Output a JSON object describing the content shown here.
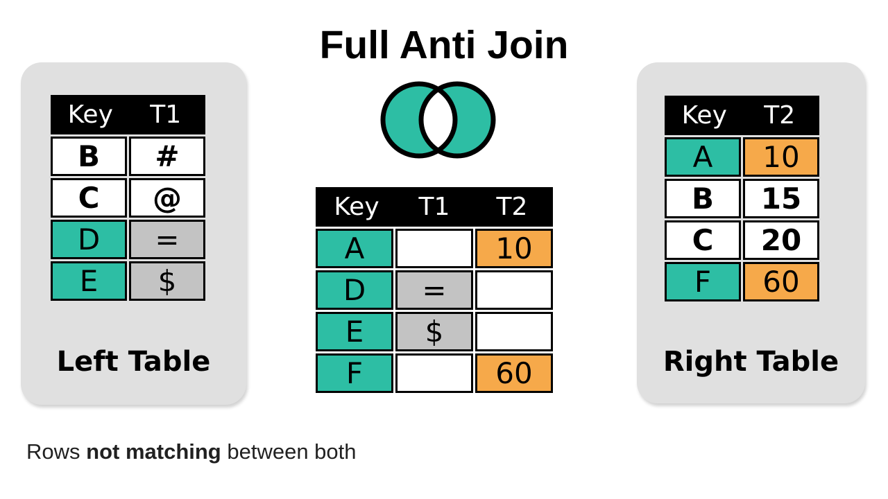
{
  "title": "Full Anti Join",
  "venn": {
    "icon": "full-anti-join-venn",
    "description": "two overlapping circles, outer parts filled, intersection empty",
    "fill": "#2dbea4",
    "stroke": "#000000"
  },
  "colors": {
    "teal_key": "#2dbea4",
    "orange_value": "#f6a94a",
    "gray_value": "#c3c3c3",
    "card_background": "#e0e0e0",
    "header_background": "#000000",
    "header_text": "#ffffff"
  },
  "left_table": {
    "caption": "Left Table",
    "headers": [
      "Key",
      "T1"
    ],
    "rows": [
      {
        "key": "B",
        "value": "#",
        "highlighted": false
      },
      {
        "key": "C",
        "value": "@",
        "highlighted": false
      },
      {
        "key": "D",
        "value": "=",
        "highlighted": true
      },
      {
        "key": "E",
        "value": "$",
        "highlighted": true
      }
    ]
  },
  "result_table": {
    "headers": [
      "Key",
      "T1",
      "T2"
    ],
    "rows": [
      {
        "key": "A",
        "t1": "",
        "t2": "10"
      },
      {
        "key": "D",
        "t1": "=",
        "t2": ""
      },
      {
        "key": "E",
        "t1": "$",
        "t2": ""
      },
      {
        "key": "F",
        "t1": "",
        "t2": "60"
      }
    ]
  },
  "right_table": {
    "caption": "Right Table",
    "headers": [
      "Key",
      "T2"
    ],
    "rows": [
      {
        "key": "A",
        "value": "10",
        "highlighted": true
      },
      {
        "key": "B",
        "value": "15",
        "highlighted": false
      },
      {
        "key": "C",
        "value": "20",
        "highlighted": false
      },
      {
        "key": "F",
        "value": "60",
        "highlighted": true
      }
    ]
  },
  "footer": {
    "prefix": "Rows ",
    "emphasis": "not matching",
    "suffix": " between both"
  }
}
